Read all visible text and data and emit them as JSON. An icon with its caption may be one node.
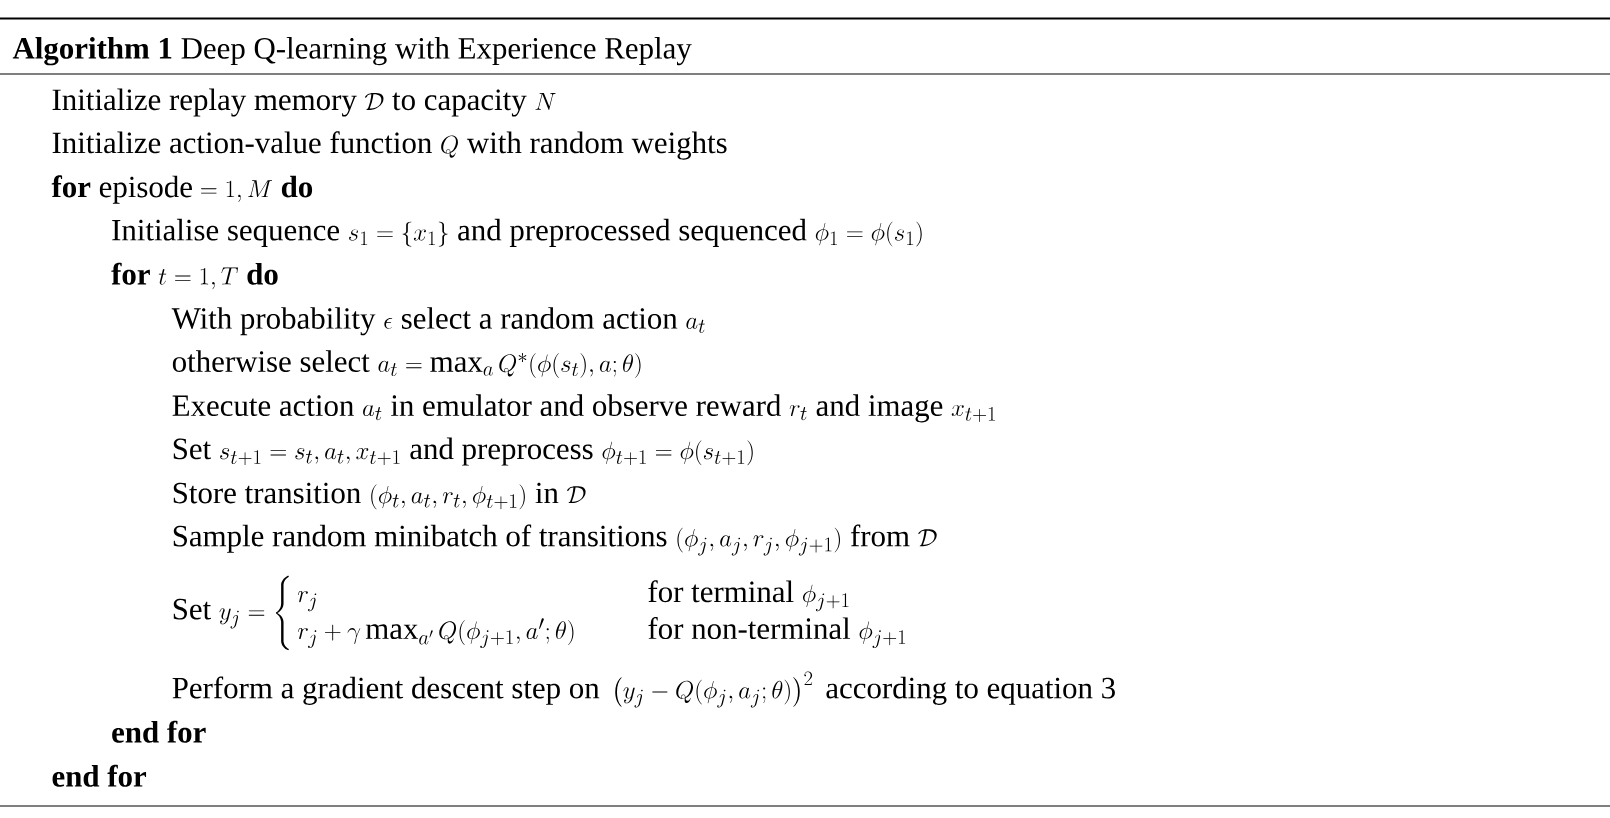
{
  "diagram": {
    "title": "**Algorithm 1** Deep Q-learning with Experience Replay",
    "labels": [
      "\\text{Initialize replay memory } \\mathcal{D} \\text{ to capacity } N",
      "\\text{Initialize action-value function } Q \\text{ with random weights}",
      "\\textbf{for}\\text{ episode} = 1, M \\text{ }\\textbf{do}",
      "\\text{Initialise sequence } s_1 = \\{x_1\\} \\text{ and preprocessed sequenced } \\phi_1 = \\phi(s_1)",
      "\\textbf{for}\\text{ } t = 1, T \\text{ }\\textbf{do}",
      "\\text{With probability } \\epsilon \\text{ select a random action } a_t",
      "\\text{otherwise select } a_t = \\max_a Q^*(\\phi(s_t), a; \\theta)",
      "\\text{Execute action } a_t \\text{ in emulator and observe reward } r_t \\text{ and image } x_{t+1}",
      "\\text{Set } s_{t+1} = s_t, a_t, x_{t+1} \\text{ and preprocess } \\phi_{t+1} = \\phi(s_{t+1})",
      "\\text{Store transition } (\\phi_t, a_t, r_t, \\phi_{t+1}) \\text{ in } \\mathcal{D}",
      "\\text{Sample random minibatch of transitions } (\\phi_j, a_j, r_j, \\phi_{j+1}) \\text{ from } \\mathcal{D}",
      "\\text{Set } y_j = \\left\\{\\begin{array}{ll} r_j & \\hspace{2em}\\text{for terminal } \\phi_{j+1} \\\\ r_j + \\gamma \\max_{a'} Q(\\phi_{j+1}, a'; \\theta) & \\hspace{2em}\\text{for non-terminal } \\phi_{j+1} \\end{array}\\right.",
      "\\text{Perform a gradient descent step on } \\left(y_j - Q(\\phi_j, a_j; \\theta)\\right)^2 \\text{ according to equation 3}",
      "\\textbf{end for}",
      "\\textbf{end for}"
    ]
  }
}
